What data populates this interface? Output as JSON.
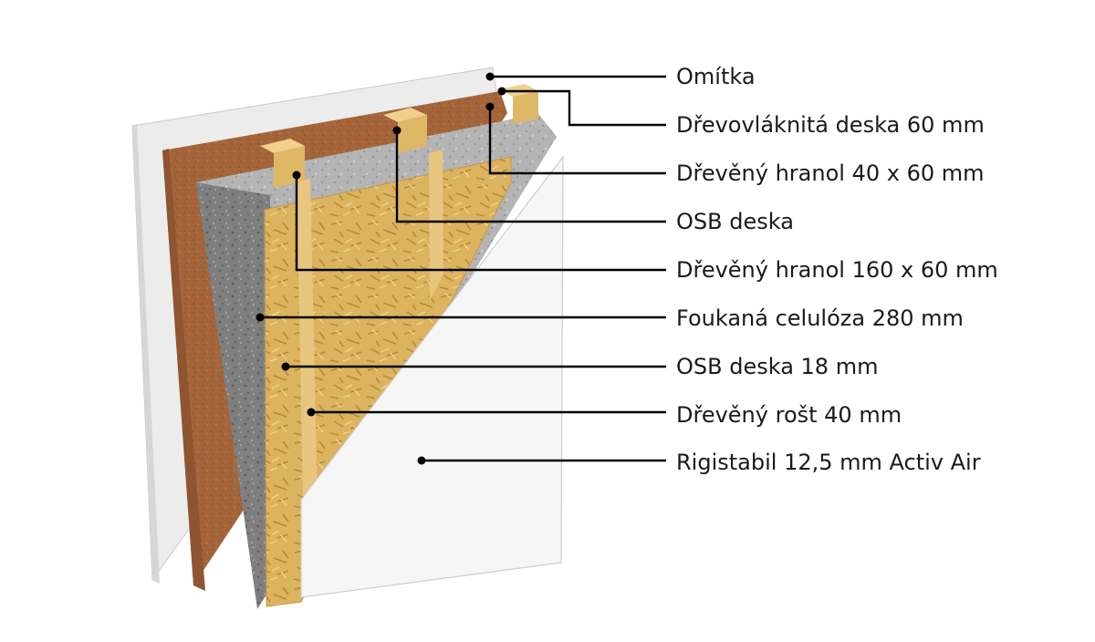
{
  "diagram": {
    "layers": [
      {
        "label": "Omítka",
        "color": "#eceded"
      },
      {
        "label": "Dřevovláknitá deska 60 mm",
        "color": "#a8683a"
      },
      {
        "label": "Dřevěný hranol 40 x 60 mm",
        "color": "#e8c176"
      },
      {
        "label": "OSB deska",
        "color": "#d9b35c"
      },
      {
        "label": "Dřevěný hranol 160 x 60 mm",
        "color": "#e3bd6a"
      },
      {
        "label": "Foukaná celulóza 280 mm",
        "color": "#8c8c8c"
      },
      {
        "label": "OSB deska 18 mm",
        "color": "#dcae55"
      },
      {
        "label": "Dřevěný rošt 40 mm",
        "color": "#e6c37c"
      },
      {
        "label": "Rigistabil 12,5 mm Activ Air",
        "color": "#f4f4f4"
      }
    ]
  }
}
